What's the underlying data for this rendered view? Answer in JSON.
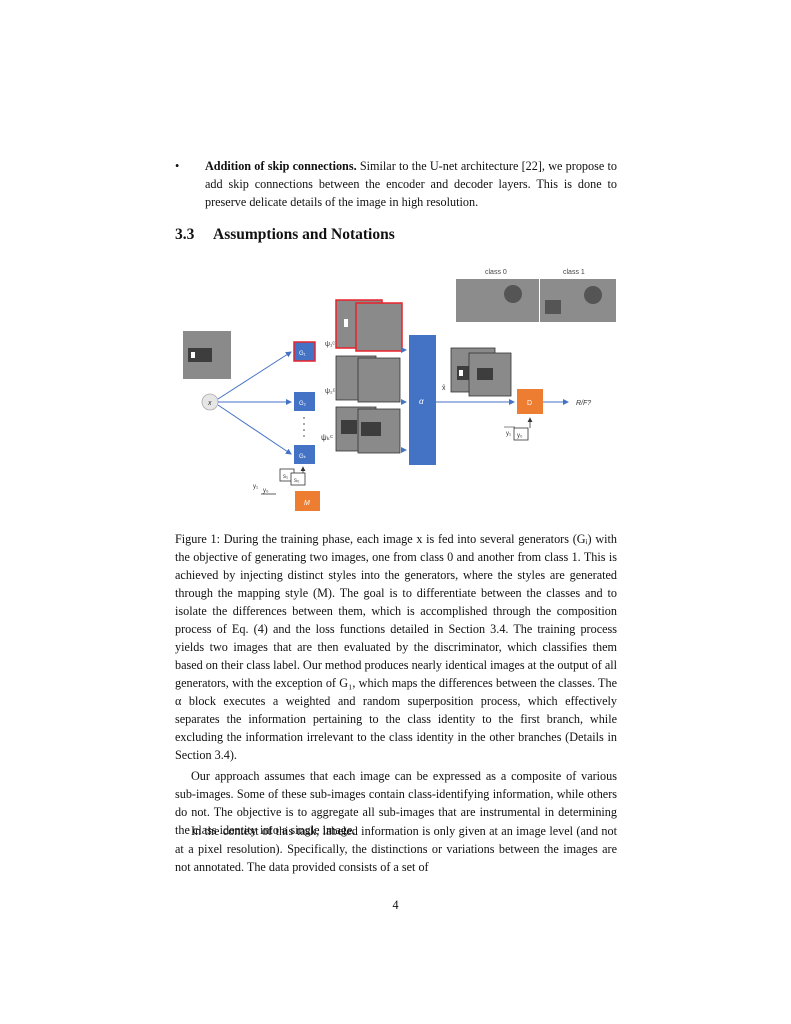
{
  "bullet": {
    "marker": "•",
    "title": "Addition of skip connections.",
    "text": " Similar to the U-net architecture [22], we propose to add skip connections between the encoder and decoder layers. This is done to preserve delicate details of the image in high resolution."
  },
  "section": {
    "number": "3.3",
    "title": "Assumptions and Notations"
  },
  "figure": {
    "class0_label": "class 0",
    "class1_label": "class 1",
    "input_label": "x",
    "generators": [
      "G₁",
      "G₂",
      "Gₖ"
    ],
    "style_labels": [
      "ψ₁ᶜ",
      "ψ₂ᶜ",
      "ψₖᶜ"
    ],
    "alpha_label": "α",
    "xhat_label": "x̂",
    "discriminator_label": "D",
    "output_label": "R/F?",
    "y1": "y₁",
    "y0": "y₀",
    "s1": "s₁",
    "s0": "s₀",
    "mapping_label": "M",
    "colors": {
      "block_blue": "#4472c4",
      "orange": "#ed7d31",
      "red": "#e8232a"
    }
  },
  "caption": "Figure 1: During the training phase, each image x is fed into several generators (Gᵢ) with the objective of generating two images, one from class 0 and another from class 1. This is achieved by injecting distinct styles into the generators, where the styles are generated through the mapping style (M). The goal is to differentiate between the classes and to isolate the differences between them, which is accomplished through the composition process of Eq. (4) and the loss functions detailed in Section 3.4. The training process yields two images that are then evaluated by the discriminator, which classifies them based on their class label. Our method produces nearly identical images at the output of all generators, with the exception of G₁, which maps the differences between the classes. The α block executes a weighted and random superposition process, which effectively separates the information pertaining to the class identity to the first branch, while excluding the information irrelevant to the class identity in the other branches (Details in Section 3.4).",
  "paragraphs": [
    "Our approach assumes that each image can be expressed as a composite of various sub-images. Some of these sub-images contain class-identifying information, while others do not. The objective is to aggregate all sub-images that are instrumental in determining the class identity into a single image.",
    "In the context of this task, labeled information is only given at an image level (and not at a pixel resolution). Specifically, the distinctions or variations between the images are not annotated. The data provided consists of a set of"
  ],
  "page_number": "4"
}
